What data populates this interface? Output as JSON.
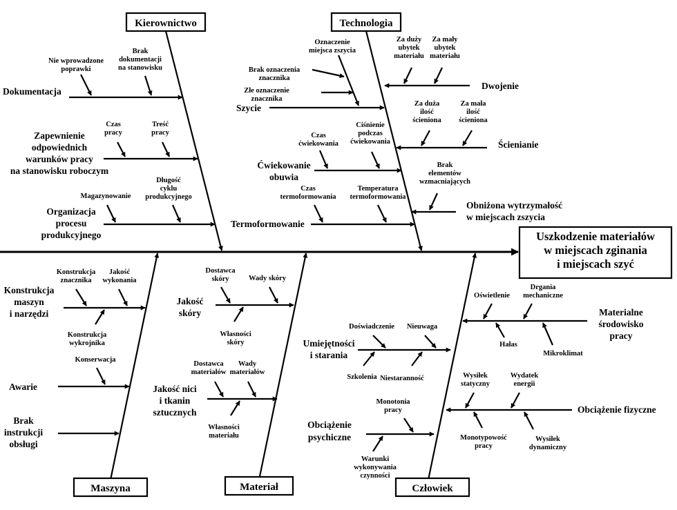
{
  "effect": [
    "Uszkodzenie materiałów",
    "w miejscach zginania",
    "i miejscach szyć"
  ],
  "categories": {
    "kierownictwo": "Kierownictwo",
    "technologia": "Technologia",
    "maszyna": "Maszyna",
    "material": "Materiał",
    "czlowiek": "Człowiek"
  },
  "kierownictwo": {
    "dokumentacja": {
      "label": [
        "Dokumentacja"
      ],
      "subs": [
        [
          "Nie wprowadzone",
          "poprawki"
        ],
        [
          "Brak",
          "dokumentacji",
          "na stanowisku"
        ]
      ]
    },
    "warunki": {
      "label": [
        "Zapewnienie",
        "odpowiednich",
        "warunków pracy",
        "na stanowisku roboczym"
      ],
      "subs": [
        [
          "Czas",
          "pracy"
        ],
        [
          "Treść",
          "pracy"
        ]
      ]
    },
    "organizacja": {
      "label": [
        "Organizacja",
        "procesu",
        "produkcyjnego"
      ],
      "subs": [
        [
          "Magazynowanie"
        ],
        [
          "Długość",
          "cyklu",
          "produkcyjnego"
        ]
      ]
    }
  },
  "technologia": {
    "szycie": {
      "label": [
        "Szycie"
      ],
      "subs": [
        [
          "Oznaczenie",
          "miejsca zszycia"
        ],
        [
          "Brak oznaczenia",
          "znacznika"
        ],
        [
          "Złe oznaczenie",
          "znacznika"
        ]
      ]
    },
    "cwiekowanie": {
      "label": [
        "Ćwiekowanie",
        "obuwia"
      ],
      "subs": [
        [
          "Czas",
          "ćwiekowania"
        ],
        [
          "Ciśnienie",
          "podczas",
          "ćwiekowania"
        ]
      ]
    },
    "termoformowanie": {
      "label": [
        "Termoformowanie"
      ],
      "subs": [
        [
          "Czas",
          "termoformowania"
        ],
        [
          "Temperatura",
          "termoformowania"
        ]
      ]
    },
    "dwojenie": {
      "label": [
        "Dwojenie"
      ],
      "subs": [
        [
          "Za duży",
          "ubytek",
          "materiału"
        ],
        [
          "Za mały",
          "ubytek",
          "materiału"
        ]
      ]
    },
    "scienianie": {
      "label": [
        "Ścienianie"
      ],
      "subs": [
        [
          "Za duża",
          "ilość",
          "ścieniona"
        ],
        [
          "Za mała",
          "ilość",
          "ścieniona"
        ]
      ]
    },
    "wytrzymalosc": {
      "label": [
        "Obniżona wytrzymałość",
        "w miejscach zszycia"
      ],
      "subs": [
        [
          "Brak",
          "elementów",
          "wzmacniających"
        ]
      ]
    }
  },
  "maszyna": {
    "konstrukcja": {
      "label": [
        "Konstrukcja",
        "maszyn",
        "i narzędzi"
      ],
      "subs": [
        [
          "Konstrukcja",
          "znacznika"
        ],
        [
          "Jakość",
          "wykonania"
        ],
        [
          "Konstrukcja",
          "wykrojnika"
        ]
      ]
    },
    "awarie": {
      "label": [
        "Awarie"
      ],
      "subs": [
        [
          "Konserwacja"
        ]
      ]
    },
    "instrukcja": {
      "label": [
        "Brak",
        "instrukcji",
        "obsługi"
      ],
      "subs": []
    }
  },
  "material": {
    "skora": {
      "label": [
        "Jakość",
        "skóry"
      ],
      "subs": [
        [
          "Dostawca",
          "skóry"
        ],
        [
          "Wady skóry"
        ],
        [
          "Własności",
          "skóry"
        ]
      ]
    },
    "nici": {
      "label": [
        "Jakość nici",
        "i tkanin",
        "sztucznych"
      ],
      "subs": [
        [
          "Dostawca",
          "materiałów"
        ],
        [
          "Wady",
          "materiałów"
        ],
        [
          "Własności",
          "materiału"
        ]
      ]
    }
  },
  "czlowiek": {
    "srodowisko": {
      "label": [
        "Materialne",
        "środowisko",
        "pracy"
      ],
      "subs": [
        [
          "Oświetlenie"
        ],
        [
          "Drgania",
          "mechaniczne"
        ],
        [
          "Hałas"
        ],
        [
          "Mikroklimat"
        ]
      ]
    },
    "umiejetnosci": {
      "label": [
        "Umiejętności",
        "i starania"
      ],
      "subs": [
        [
          "Doświadczenie"
        ],
        [
          "Nieuwaga"
        ],
        [
          "Szkolenia"
        ],
        [
          "Niestaranność"
        ]
      ]
    },
    "fizyczne": {
      "label": [
        "Obciążenie fizyczne"
      ],
      "subs": [
        [
          "Wysiłek",
          "statyczny"
        ],
        [
          "Wydatek",
          "energii"
        ],
        [
          "Monotypowość",
          "pracy"
        ],
        [
          "Wysiłek",
          "dynamiczny"
        ]
      ]
    },
    "psychiczne": {
      "label": [
        "Obciążenie",
        "psychiczne"
      ],
      "subs": [
        [
          "Monotonia",
          "pracy"
        ],
        [
          "Warunki",
          "wykonywania",
          "czynności"
        ]
      ]
    }
  }
}
